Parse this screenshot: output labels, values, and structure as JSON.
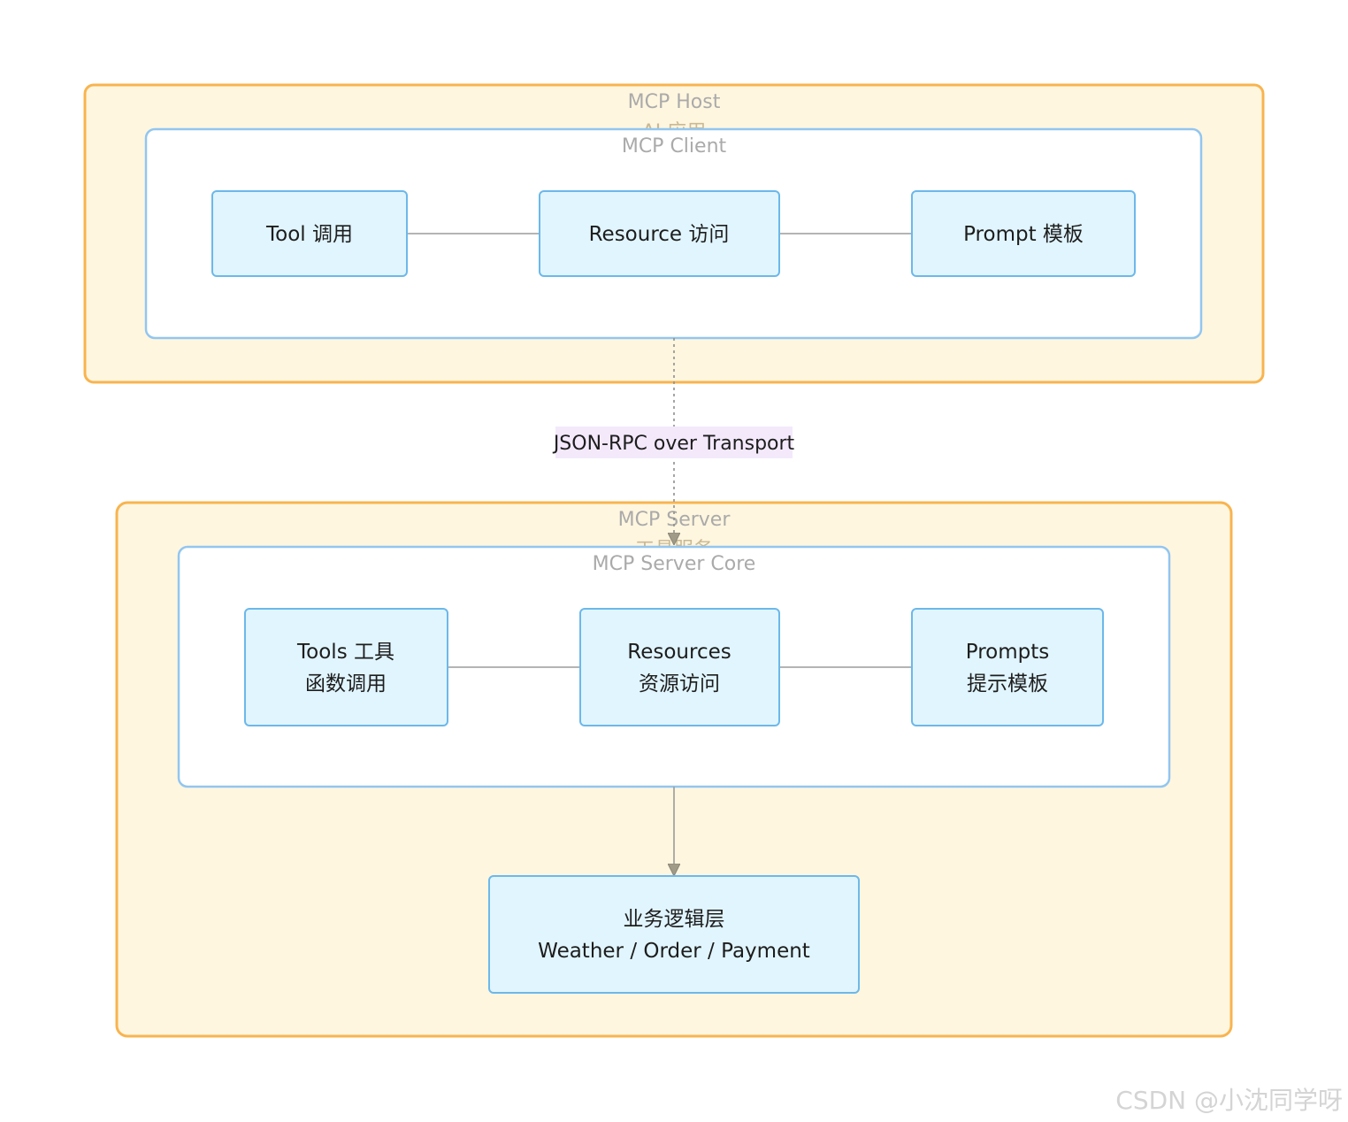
{
  "host": {
    "title": "MCP Host",
    "subtitle": "AI 应用"
  },
  "client": {
    "title": "MCP Client",
    "nodes": [
      {
        "lines": [
          "Tool 调用"
        ]
      },
      {
        "lines": [
          "Resource 访问"
        ]
      },
      {
        "lines": [
          "Prompt 模板"
        ]
      }
    ]
  },
  "transport_label": "JSON-RPC over Transport",
  "server": {
    "title": "MCP Server",
    "subtitle": "工具服务"
  },
  "server_core": {
    "title": "MCP Server Core",
    "nodes": [
      {
        "lines": [
          "Tools 工具",
          "函数调用"
        ]
      },
      {
        "lines": [
          "Resources",
          "资源访问"
        ]
      },
      {
        "lines": [
          "Prompts",
          "提示模板"
        ]
      }
    ]
  },
  "business": {
    "lines": [
      "业务逻辑层",
      "Weather / Order / Payment"
    ]
  },
  "colors": {
    "group_fill": "#fff6df",
    "group_border": "#f8b44f",
    "subgroup_border": "#92c6f0",
    "node_fill": "#e1f5fe",
    "node_border": "#6cb8ea",
    "edge_label_bg": "#f3e9fb"
  },
  "watermark": "CSDN @小沈同学呀"
}
